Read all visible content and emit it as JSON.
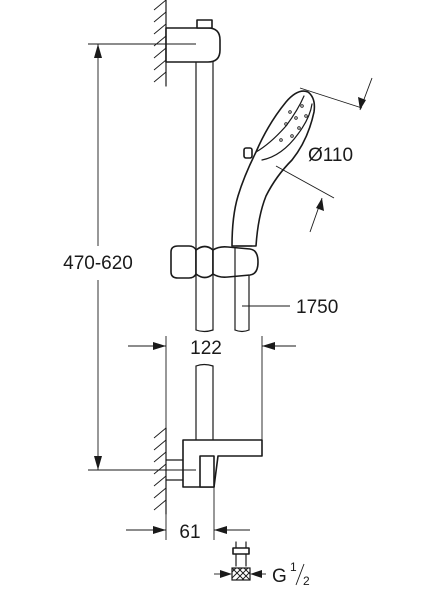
{
  "dimensions": {
    "height_range": "470-620",
    "hand_shower_diameter": "Ø110",
    "hose_length": "1750",
    "projection_total": "122",
    "projection_wall": "61",
    "thread_prefix": "G",
    "thread_numerator": "1",
    "thread_denominator": "2"
  },
  "colors": {
    "line": "#1a1a1a",
    "background": "#ffffff"
  }
}
